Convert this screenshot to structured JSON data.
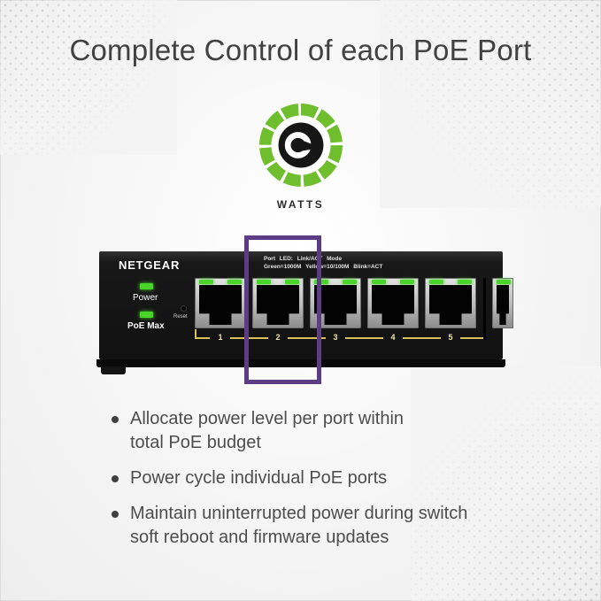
{
  "page": {
    "title": "Complete Control of each PoE Port"
  },
  "watts_badge": {
    "label": "WATTS"
  },
  "switch": {
    "brand": "NETGEAR",
    "legend_line1": "Port LED: Link/ACT Mode",
    "legend_line2": "Green=1000M Yellow=10/100M Blink=ACT",
    "power_label": "Power",
    "poe_max_label": "PoE Max",
    "reset_label": "Reset",
    "port_numbers": [
      "1",
      "2",
      "3",
      "4",
      "5"
    ],
    "highlighted_port": "2"
  },
  "features": [
    "Allocate power level per port within\ntotal PoE budget",
    "Power cycle individual PoE ports",
    "Maintain uninterrupted power during switch\nsoft reboot and firmware updates"
  ],
  "colors": {
    "brand_green": "#6fbe2e",
    "led_green": "#49d42a",
    "highlight_purple": "#5b3c85",
    "port_label_yellow": "#d9c05a"
  }
}
